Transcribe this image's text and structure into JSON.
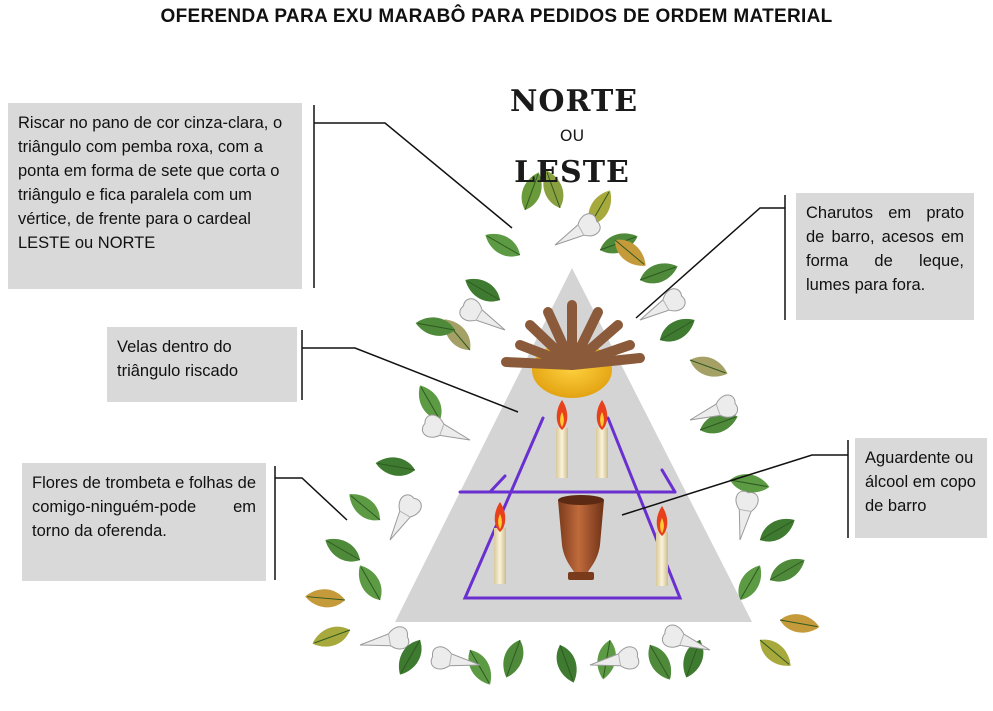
{
  "title": "OFERENDA PARA EXU MARABÔ PARA PEDIDOS DE ORDEM MATERIAL",
  "cardinal": {
    "top": "NORTE",
    "connector": "OU",
    "bottom": "LESTE"
  },
  "labels": {
    "riscar": "Riscar no pano de cor cinza-clara, o triângulo com pemba roxa, com a ponta em forma de sete que corta o triângulo e fica paralela com um vértice, de frente para o cardeal LESTE ou NORTE",
    "velas": "Velas dentro do triângulo riscado",
    "flores": "Flores de trombeta e folhas de comigo-ninguém-pode em torno da oferenda.",
    "charutos": "Charutos em prato de barro, acesos em forma de leque, lumes para fora.",
    "aguardente": "Aguardente ou álcool em copo de barro"
  },
  "colors": {
    "cloth": "#d4d4d4",
    "pemba_line": "#6a2fd0",
    "clay": "#a0522d",
    "plate": "#f0b829",
    "leaf": "#4e8a3a",
    "candle": "#f1e6c4",
    "flame": "#e8401c",
    "callout_box": "#d9d9d9"
  }
}
